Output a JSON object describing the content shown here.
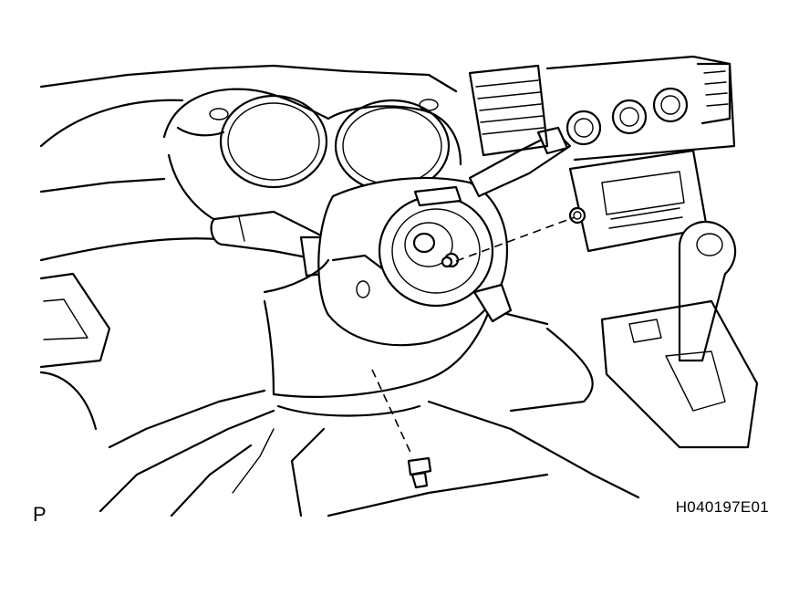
{
  "figure": {
    "corner_label": "P",
    "figure_code": "H040197E01"
  },
  "icons": [
    "steering-column-cover-diagram",
    "screw-icon",
    "clip-icon"
  ],
  "colors": {
    "ink": "#000000",
    "paper": "#ffffff"
  }
}
